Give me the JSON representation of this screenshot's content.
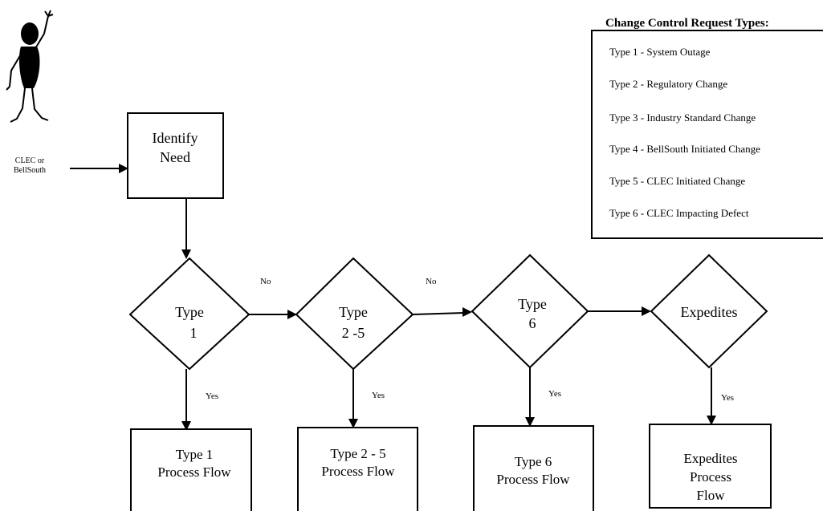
{
  "legend": {
    "title": "Change Control Request Types:",
    "items": [
      "Type 1 - System Outage",
      "Type 2 - Regulatory Change",
      "Type 3 - Industry Standard Change",
      "Type 4 - BellSouth Initiated Change",
      "Type 5 - CLEC Initiated Change",
      "Type 6 - CLEC Impacting Defect"
    ]
  },
  "source": {
    "line1": "CLEC or",
    "line2": "BellSouth"
  },
  "identify": {
    "line1": "Identify",
    "line2": "Need"
  },
  "decisions": [
    {
      "line1": "Type",
      "line2": "1"
    },
    {
      "line1": "Type",
      "line2": "2 -5"
    },
    {
      "line1": "Type",
      "line2": "6"
    },
    {
      "line1": "Expedites",
      "line2": ""
    }
  ],
  "no_labels": [
    "No",
    "No"
  ],
  "yes_labels": [
    "Yes",
    "Yes",
    "Yes",
    "Yes"
  ],
  "process_flows": [
    {
      "line1": "Type 1",
      "line2": "Process Flow",
      "line3": ""
    },
    {
      "line1": "Type 2 - 5",
      "line2": "Process Flow",
      "line3": ""
    },
    {
      "line1": "Type 6",
      "line2": "Process Flow",
      "line3": ""
    },
    {
      "line1": "Expedites",
      "line2": "Process",
      "line3": "Flow"
    }
  ]
}
